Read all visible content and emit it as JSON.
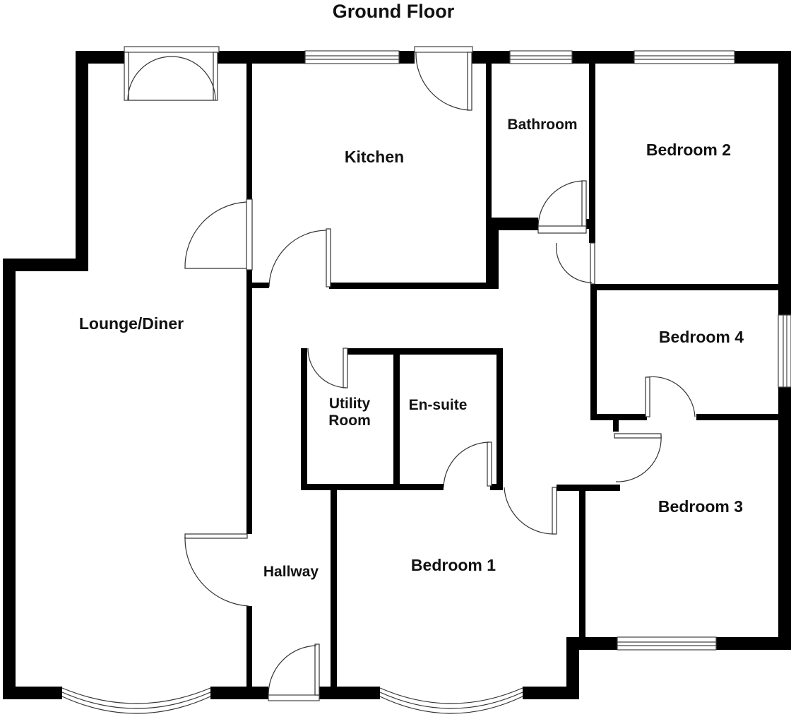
{
  "plan": {
    "title": "Ground Floor",
    "rooms": {
      "lounge_diner": "Lounge/Diner",
      "kitchen": "Kitchen",
      "bathroom": "Bathroom",
      "bedroom_2": "Bedroom 2",
      "bedroom_4": "Bedroom 4",
      "utility_line1": "Utility",
      "utility_line2": "Room",
      "en_suite": "En-suite",
      "bedroom_3": "Bedroom 3",
      "hallway": "Hallway",
      "bedroom_1": "Bedroom 1"
    }
  }
}
